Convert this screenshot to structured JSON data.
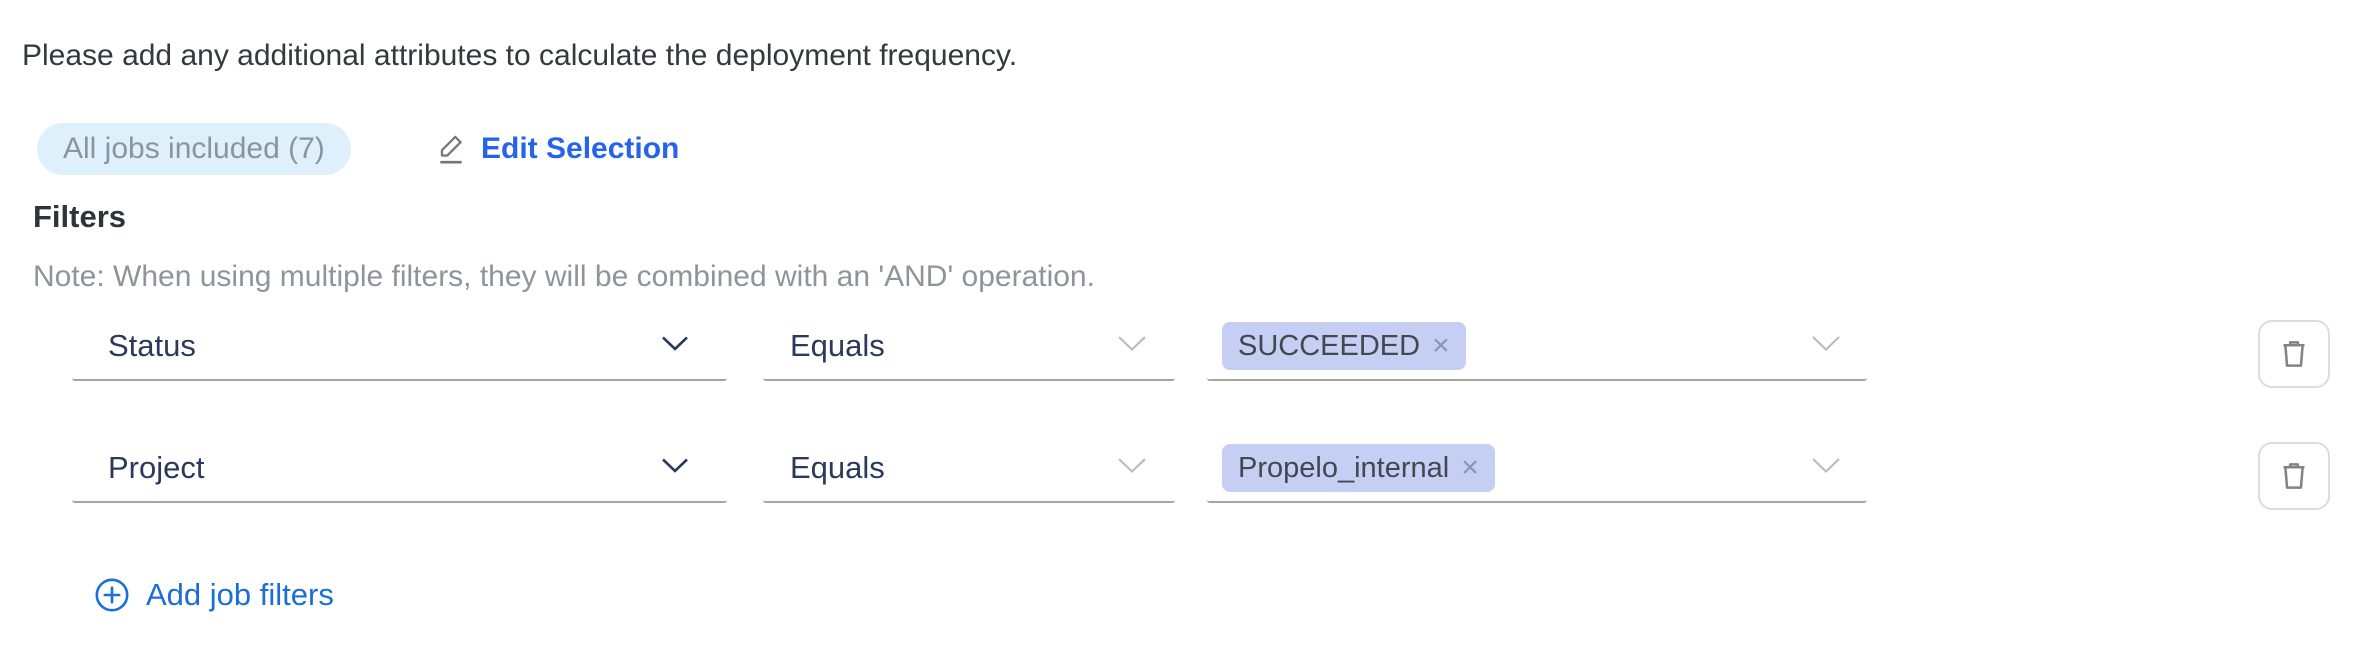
{
  "intro_text": "Please add any additional attributes to calculate the deployment frequency.",
  "jobs_summary": {
    "badge_label": "All jobs included (7)",
    "edit_selection_label": "Edit Selection"
  },
  "filters": {
    "heading": "Filters",
    "note": "Note: When using multiple filters, they will be combined with an 'AND' operation.",
    "rows": [
      {
        "attribute": "Status",
        "operator": "Equals",
        "values": [
          {
            "label": "SUCCEEDED",
            "remove_glyph": "×"
          }
        ]
      },
      {
        "attribute": "Project",
        "operator": "Equals",
        "values": [
          {
            "label": "Propelo_internal",
            "remove_glyph": "×"
          }
        ]
      }
    ],
    "add_label": "Add job filters"
  },
  "icons": {
    "edit": "pencil-with-underline",
    "delete": "trash-can-outline",
    "add": "circle-plus",
    "attribute_chevron": "chevron-down-dark",
    "value_chevron": "chevron-down-light"
  },
  "colors": {
    "badge_bg": "#def0fb",
    "badge_text": "#8c93a0",
    "edit_link": "#2563eb",
    "add_link": "#1a6ed8",
    "field_text": "#2b3a5c",
    "field_underline": "#a4a4a4",
    "tag_bg": "#c5cef3",
    "tag_text": "#43474f",
    "note_text": "#909399",
    "trash_border": "#dcdcdc",
    "trash_icon": "#848484"
  }
}
